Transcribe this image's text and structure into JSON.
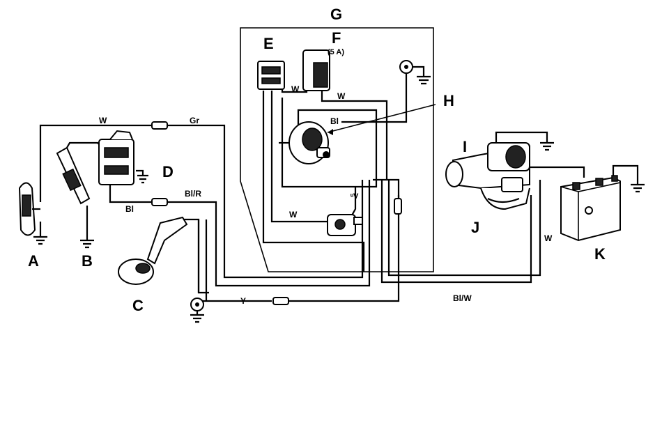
{
  "labels": {
    "A": "A",
    "B": "B",
    "C": "C",
    "D": "D",
    "E": "E",
    "F": "F",
    "F_rating": "(5 A)",
    "G": "G",
    "H": "H",
    "I": "I",
    "J": "J",
    "K": "K"
  },
  "wire_labels": {
    "w_top": "W",
    "gr": "Gr",
    "bl": "Bl",
    "bl_r": "Bl/R",
    "y": "Y",
    "w_e": "W",
    "w_f": "W",
    "bl_h": "Bl",
    "w_valve": "W",
    "v": "ᵘV",
    "bl_w": "Bl/W",
    "w_right": "W"
  }
}
